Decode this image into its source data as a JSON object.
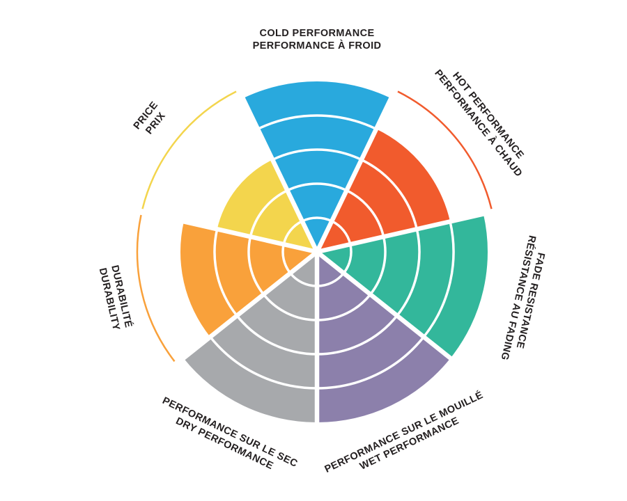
{
  "page": {
    "background": "#FFFFFF",
    "text_color": "#231F20"
  },
  "chart_data": {
    "type": "radial-rating-wheel",
    "max_rating": 5,
    "rings_per_sector": 5,
    "sector_order": "clockwise-from-top",
    "legend_position": "none",
    "grid": "white ring dividers inside each filled sector",
    "below_max_indicator": "thin arc of sector color just outside outer ring",
    "sectors": [
      {
        "id": "cold",
        "label_en": "COLD PERFORMANCE",
        "label_fr": "PERFORMANCE À FROID",
        "value": 5,
        "color": "#29A9DD"
      },
      {
        "id": "hot",
        "label_en": "HOT PERFORMANCE",
        "label_fr": "PERFORMANCE À CHAUD",
        "value": 4,
        "color": "#F15B2D"
      },
      {
        "id": "fade",
        "label_en": "FADE RESISTANCE",
        "label_fr": "RÉSISTANCE AU FADING",
        "value": 5,
        "color": "#33B79B"
      },
      {
        "id": "wet",
        "label_en": "WET PERFORMANCE",
        "label_fr": "PERFORMANCE SUR LE MOUILLÉ",
        "value": 5,
        "color": "#8C80AB"
      },
      {
        "id": "dry",
        "label_en": "DRY PERFORMANCE",
        "label_fr": "PERFORMANCE SUR LE SEC",
        "value": 5,
        "color": "#A7A9AC"
      },
      {
        "id": "durability",
        "label_en": "DURABILITY",
        "label_fr": "DURABILITÉ",
        "value": 4,
        "color": "#F9A13B"
      },
      {
        "id": "price",
        "label_en": "PRICE",
        "label_fr": "PRIX",
        "value": 3,
        "color": "#F3D54D"
      }
    ]
  }
}
